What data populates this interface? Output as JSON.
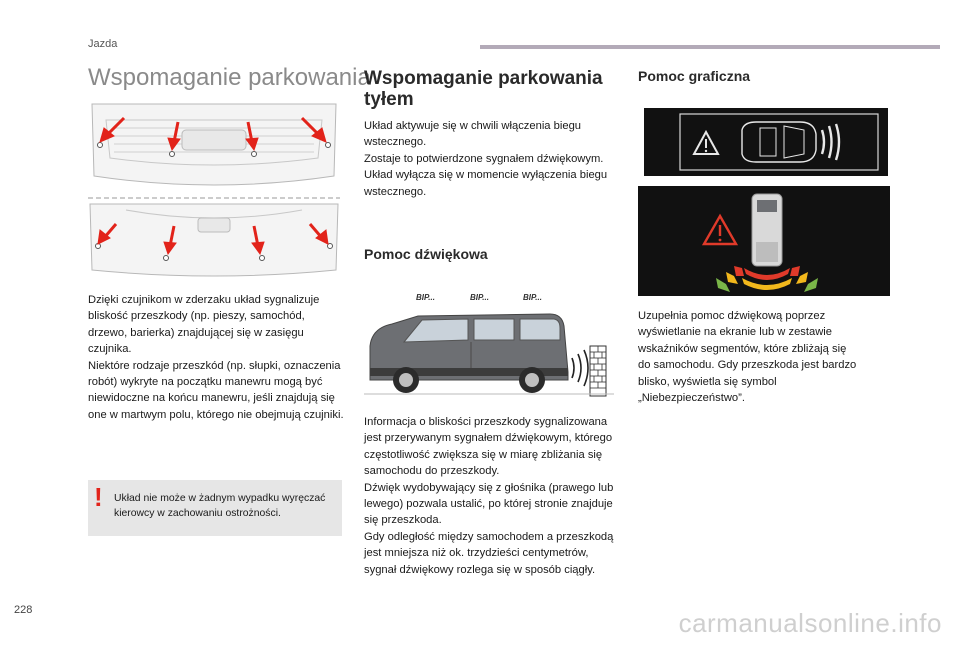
{
  "header": {
    "section_label": "Jazda"
  },
  "page": {
    "number": "228",
    "watermark": "carmanualsonline.info"
  },
  "main": {
    "title": "Wspomaganie parkowania"
  },
  "col1": {
    "paragraphs": [
      "Dzięki czujnikom w zderzaku układ sygnalizuje bliskość przeszkody (np. pieszy, samochód, drzewo, barierka) znajdującej się w zasięgu czujnika.",
      "Niektóre rodzaje przeszkód (np. słupki, oznaczenia robót) wykryte na początku manewru mogą być niewidoczne na końcu manewru, jeśli znajdują się one w martwym polu, którego nie obejmują czujniki."
    ],
    "warning": {
      "mark": "!",
      "text": "Układ nie może w żadnym wypadku wyręczać kierowcy w zachowaniu ostrożności."
    }
  },
  "col2": {
    "title_line1": "Wspomaganie parkowania",
    "title_line2": "tyłem",
    "intro": [
      "Układ aktywuje się w chwili włączenia biegu wstecznego.",
      "Zostaje to potwierdzone sygnałem dźwiękowym.",
      "Układ wyłącza się w momencie wyłączenia biegu wstecznego."
    ],
    "subtitle": "Pomoc dźwiękowa",
    "beeps": [
      "BIP...",
      "BIP...",
      "BIP..."
    ],
    "body": [
      "Informacja o bliskości przeszkody sygnalizowana jest przerywanym sygnałem dźwiękowym, którego częstotliwość zwiększa się w miarę zbliżania się samochodu do przeszkody.",
      "Dźwięk wydobywający się z głośnika (prawego lub lewego) pozwala ustalić, po której stronie znajduje się przeszkoda.",
      "Gdy odległość między samochodem a przeszkodą jest mniejsza niż ok. trzydzieści centymetrów, sygnał dźwiękowy rozlega się w sposób ciągły."
    ]
  },
  "col3": {
    "subtitle": "Pomoc graficzna",
    "body": "Uzupełnia pomoc dźwiękową poprzez wyświetlanie na ekranie lub w zestawie wskaźników segmentów, które zbliżają się do samochodu. Gdy przeszkoda jest bardzo blisko, wyświetla się symbol „Niebezpieczeństwo”."
  },
  "colors": {
    "accent_red": "#e2231a",
    "header_bar": "#b3aab8",
    "display_bg": "#111111",
    "segment_red": "#e03a2a",
    "segment_yellow": "#f2b81c",
    "segment_green": "#7ab648"
  }
}
